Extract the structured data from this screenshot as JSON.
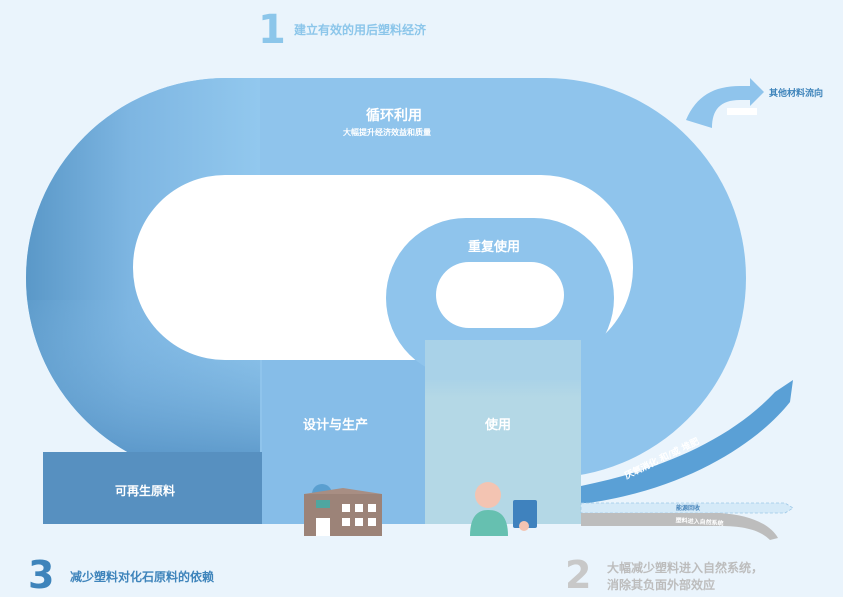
{
  "colors": {
    "background": "#eaf4fc",
    "loop_light": "#8fc4ec",
    "loop_dark": "#5b9ccb",
    "renewable": "#5790c0",
    "design": "#86bde8",
    "use": "#b4d8e6",
    "goal_blue": "#8cc6ea",
    "goal_dark_blue": "#3e84bb",
    "goal_grey": "#c8c8c8",
    "leak_grey": "#bdbdbd"
  },
  "goal_1": {
    "number": "1",
    "text": "建立有效的用后塑料经济"
  },
  "goal_2": {
    "number": "2",
    "line1": "大幅减少塑料进入自然系统，",
    "line2": "消除其负面外部效应"
  },
  "goal_3": {
    "number": "3",
    "text": "减少塑料对化石原料的依赖"
  },
  "recycling": {
    "title": "循环利用",
    "subtitle": "大幅提升经济效益和质量"
  },
  "reuse": {
    "title": "重复使用"
  },
  "stages": {
    "renewable": "可再生原料",
    "design": "设计与生产",
    "use": "使用"
  },
  "outflows": {
    "other_materials": "其他材料流向",
    "anaerobic": "厌氧消化 和/或 堆肥",
    "energy_recovery": "能源回收",
    "leakage": "塑料进入自然系统"
  },
  "icons": [
    "factory-icon",
    "person-with-tablet-icon",
    "arrow-up-icon"
  ]
}
